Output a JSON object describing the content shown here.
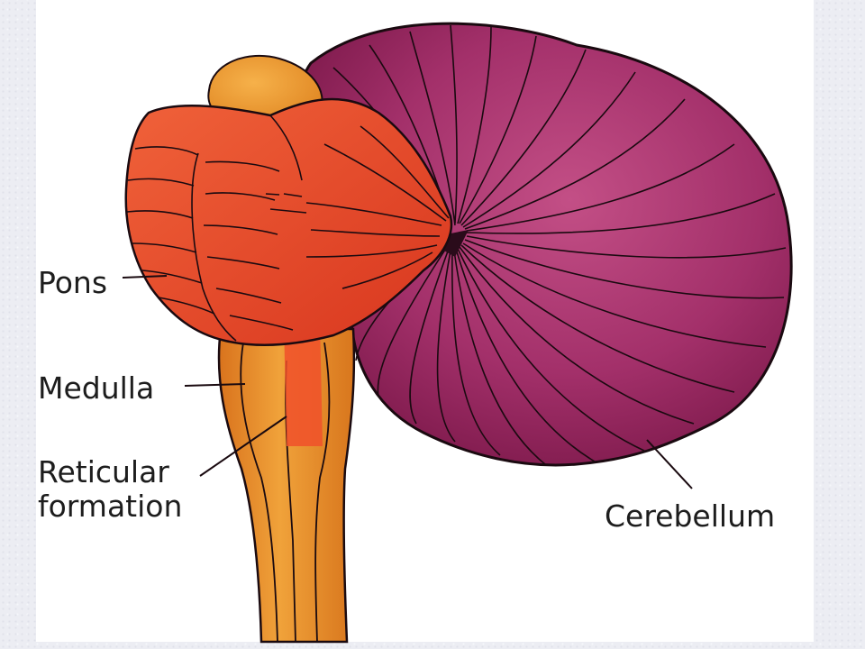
{
  "diagram": {
    "labels": {
      "pons": "Pons",
      "medulla": "Medulla",
      "reticular": [
        "Reticular",
        "formation"
      ],
      "cerebellum": "Cerebellum"
    },
    "colors": {
      "page_background": "#ecedf3",
      "panel": "#ffffff",
      "cerebellum": "#96235c",
      "cerebellum_highlight": "#c34f86",
      "pons": "#e0442a",
      "medulla": "#e88a25",
      "reticular_formation": "#f0502a",
      "outline": "#1a0a10"
    }
  }
}
